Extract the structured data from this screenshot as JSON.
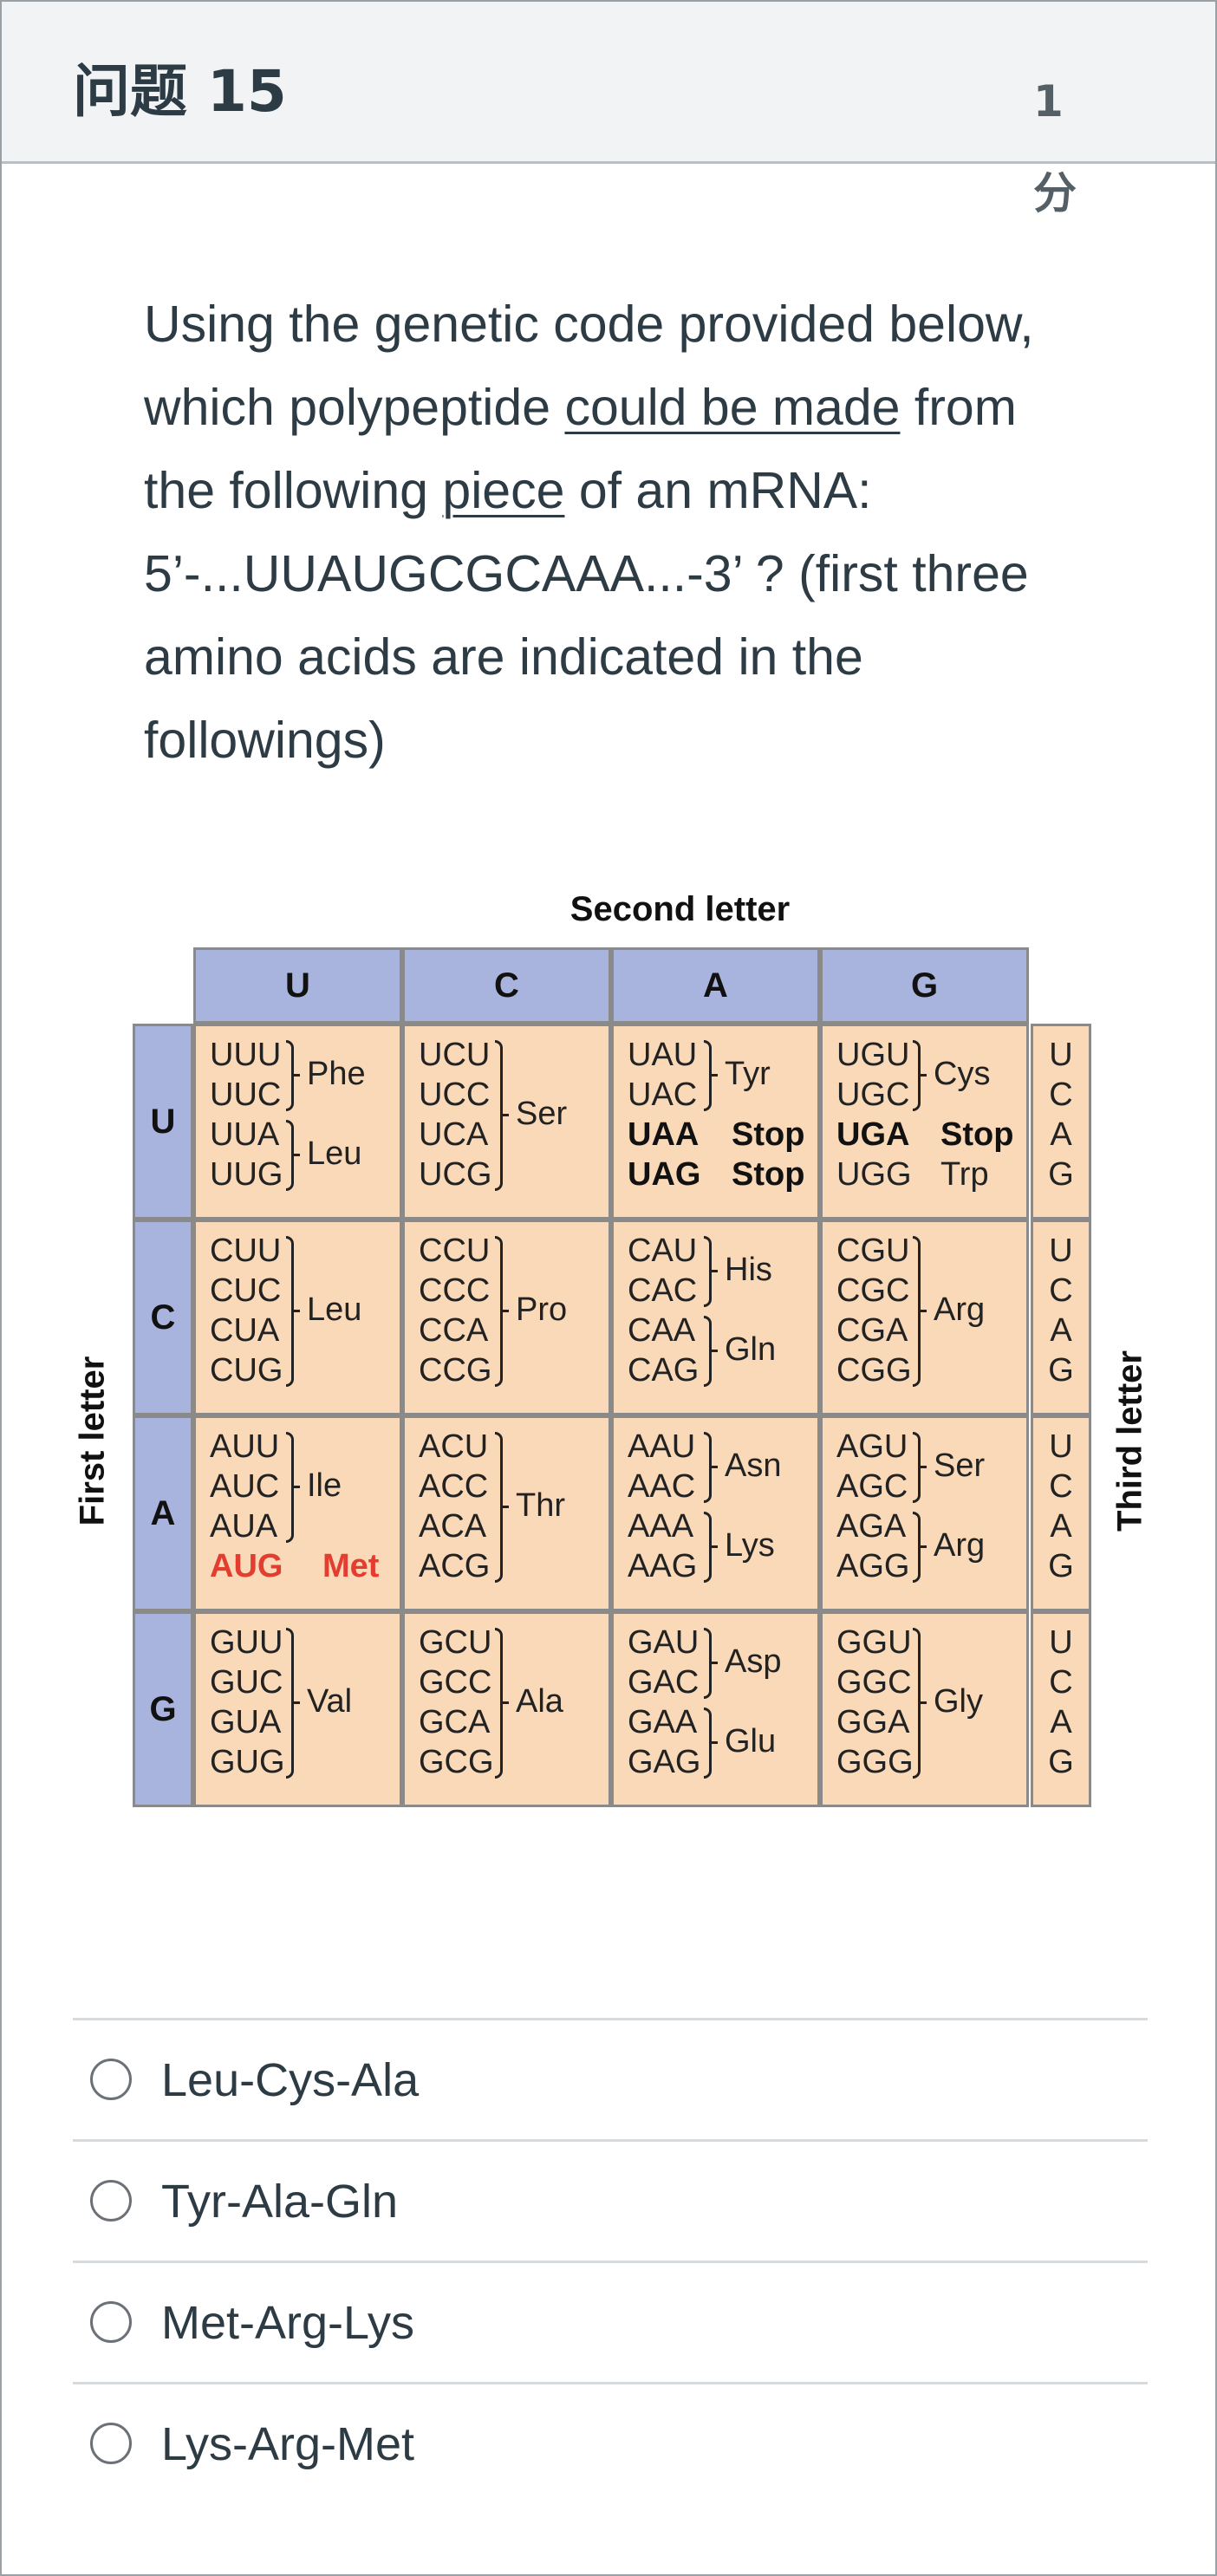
{
  "question": {
    "title": "问题 15",
    "points_value": "1",
    "points_unit": "分",
    "text_lead": " Using the genetic code provided below, which polypeptide ",
    "text_u1": "could be made",
    "text_mid": " from the following ",
    "text_u2": "piece",
    "text_tail": " of an mRNA: 5’-...UUAUGCGCAAA...-3’ ? (first three amino acids are indicated in the followings)"
  },
  "table": {
    "second_label": "Second letter",
    "first_label": "First letter",
    "third_label": "Third letter",
    "columns": [
      "U",
      "C",
      "A",
      "G"
    ],
    "rows": [
      "U",
      "C",
      "A",
      "G"
    ],
    "third_letters": [
      "U",
      "C",
      "A",
      "G"
    ],
    "cells": [
      [
        {
          "codons": [
            "UUU",
            "UUC",
            "UUA",
            "UUG"
          ],
          "groups": [
            {
              "aa": "Phe",
              "from": 0,
              "to": 1
            },
            {
              "aa": "Leu",
              "from": 2,
              "to": 3
            }
          ]
        },
        {
          "codons": [
            "UCU",
            "UCC",
            "UCA",
            "UCG"
          ],
          "groups": [
            {
              "aa": "Ser",
              "from": 0,
              "to": 3
            }
          ]
        },
        {
          "codons": [
            "UAU",
            "UAC",
            "UAA",
            "UAG"
          ],
          "groups": [
            {
              "aa": "Tyr",
              "from": 0,
              "to": 1
            },
            {
              "aa": "Stop",
              "line": 2,
              "bold": true
            },
            {
              "aa": "Stop",
              "line": 3,
              "bold": true
            }
          ]
        },
        {
          "codons": [
            "UGU",
            "UGC",
            "UGA",
            "UGG"
          ],
          "groups": [
            {
              "aa": "Cys",
              "from": 0,
              "to": 1
            },
            {
              "aa": "Stop",
              "line": 2,
              "bold": true
            },
            {
              "aa": "Trp",
              "line": 3
            }
          ]
        }
      ],
      [
        {
          "codons": [
            "CUU",
            "CUC",
            "CUA",
            "CUG"
          ],
          "groups": [
            {
              "aa": "Leu",
              "from": 0,
              "to": 3
            }
          ]
        },
        {
          "codons": [
            "CCU",
            "CCC",
            "CCA",
            "CCG"
          ],
          "groups": [
            {
              "aa": "Pro",
              "from": 0,
              "to": 3
            }
          ]
        },
        {
          "codons": [
            "CAU",
            "CAC",
            "CAA",
            "CAG"
          ],
          "groups": [
            {
              "aa": "His",
              "from": 0,
              "to": 1
            },
            {
              "aa": "Gln",
              "from": 2,
              "to": 3
            }
          ]
        },
        {
          "codons": [
            "CGU",
            "CGC",
            "CGA",
            "CGG"
          ],
          "groups": [
            {
              "aa": "Arg",
              "from": 0,
              "to": 3
            }
          ]
        }
      ],
      [
        {
          "codons": [
            "AUU",
            "AUC",
            "AUA",
            "AUG"
          ],
          "groups": [
            {
              "aa": "Ile",
              "from": 0,
              "to": 2
            },
            {
              "aa": "Met",
              "line": 3,
              "red": true
            }
          ]
        },
        {
          "codons": [
            "ACU",
            "ACC",
            "ACA",
            "ACG"
          ],
          "groups": [
            {
              "aa": "Thr",
              "from": 0,
              "to": 3
            }
          ]
        },
        {
          "codons": [
            "AAU",
            "AAC",
            "AAA",
            "AAG"
          ],
          "groups": [
            {
              "aa": "Asn",
              "from": 0,
              "to": 1
            },
            {
              "aa": "Lys",
              "from": 2,
              "to": 3
            }
          ]
        },
        {
          "codons": [
            "AGU",
            "AGC",
            "AGA",
            "AGG"
          ],
          "groups": [
            {
              "aa": "Ser",
              "from": 0,
              "to": 1
            },
            {
              "aa": "Arg",
              "from": 2,
              "to": 3
            }
          ]
        }
      ],
      [
        {
          "codons": [
            "GUU",
            "GUC",
            "GUA",
            "GUG"
          ],
          "groups": [
            {
              "aa": "Val",
              "from": 0,
              "to": 3
            }
          ]
        },
        {
          "codons": [
            "GCU",
            "GCC",
            "GCA",
            "GCG"
          ],
          "groups": [
            {
              "aa": "Ala",
              "from": 0,
              "to": 3
            }
          ]
        },
        {
          "codons": [
            "GAU",
            "GAC",
            "GAA",
            "GAG"
          ],
          "groups": [
            {
              "aa": "Asp",
              "from": 0,
              "to": 1
            },
            {
              "aa": "Glu",
              "from": 2,
              "to": 3
            }
          ]
        },
        {
          "codons": [
            "GGU",
            "GGC",
            "GGA",
            "GGG"
          ],
          "groups": [
            {
              "aa": "Gly",
              "from": 0,
              "to": 3
            }
          ]
        }
      ]
    ],
    "colors": {
      "header_blue": "#a8b4dd",
      "cell_peach": "#f9d9b8",
      "highlight_red": "#e33d2f"
    }
  },
  "options": [
    {
      "label": "Leu-Cys-Ala",
      "selected": false
    },
    {
      "label": "Tyr-Ala-Gln",
      "selected": false
    },
    {
      "label": "Met-Arg-Lys",
      "selected": false
    },
    {
      "label": "Lys-Arg-Met",
      "selected": false
    }
  ]
}
